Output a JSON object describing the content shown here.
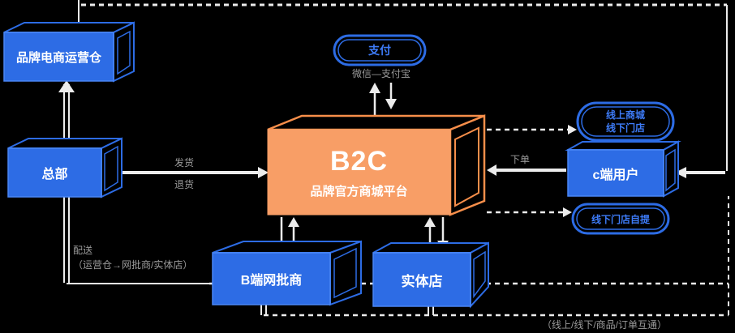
{
  "colors": {
    "background": "#000000",
    "node_blue": "#2d6ce5",
    "node_blue_edge": "#4a86f5",
    "node_orange": "#f89e66",
    "node_orange_edge": "#f78e4a",
    "pill_text_blue": "#3d7bf7",
    "line_gray": "#ececec",
    "label_gray": "#9b9b9b",
    "node_text": "#ffffff"
  },
  "nodes": {
    "warehouse": {
      "label": "品牌电商运营仓"
    },
    "headquarters": {
      "label": "总部"
    },
    "platform": {
      "title": "B2C",
      "subtitle": "品牌官方商城平台"
    },
    "c_user": {
      "label": "c端用户"
    },
    "b_wholesaler": {
      "label": "B端网批商"
    },
    "physical_store": {
      "label": "实体店"
    }
  },
  "pills": {
    "payment": {
      "label": "支付"
    },
    "channel": {
      "line1": "线上商城",
      "line2": "线下门店"
    },
    "pickup": {
      "label": "线下门店自提"
    }
  },
  "edge_labels": {
    "payment_methods": "微信—支付宝",
    "ship": "发货",
    "return": "退货",
    "order": "下单",
    "delivery_title": "配送",
    "delivery_note": "（运营仓→网批商/实体店）",
    "omni_note": "（线上/线下/商品/订单互通）"
  }
}
